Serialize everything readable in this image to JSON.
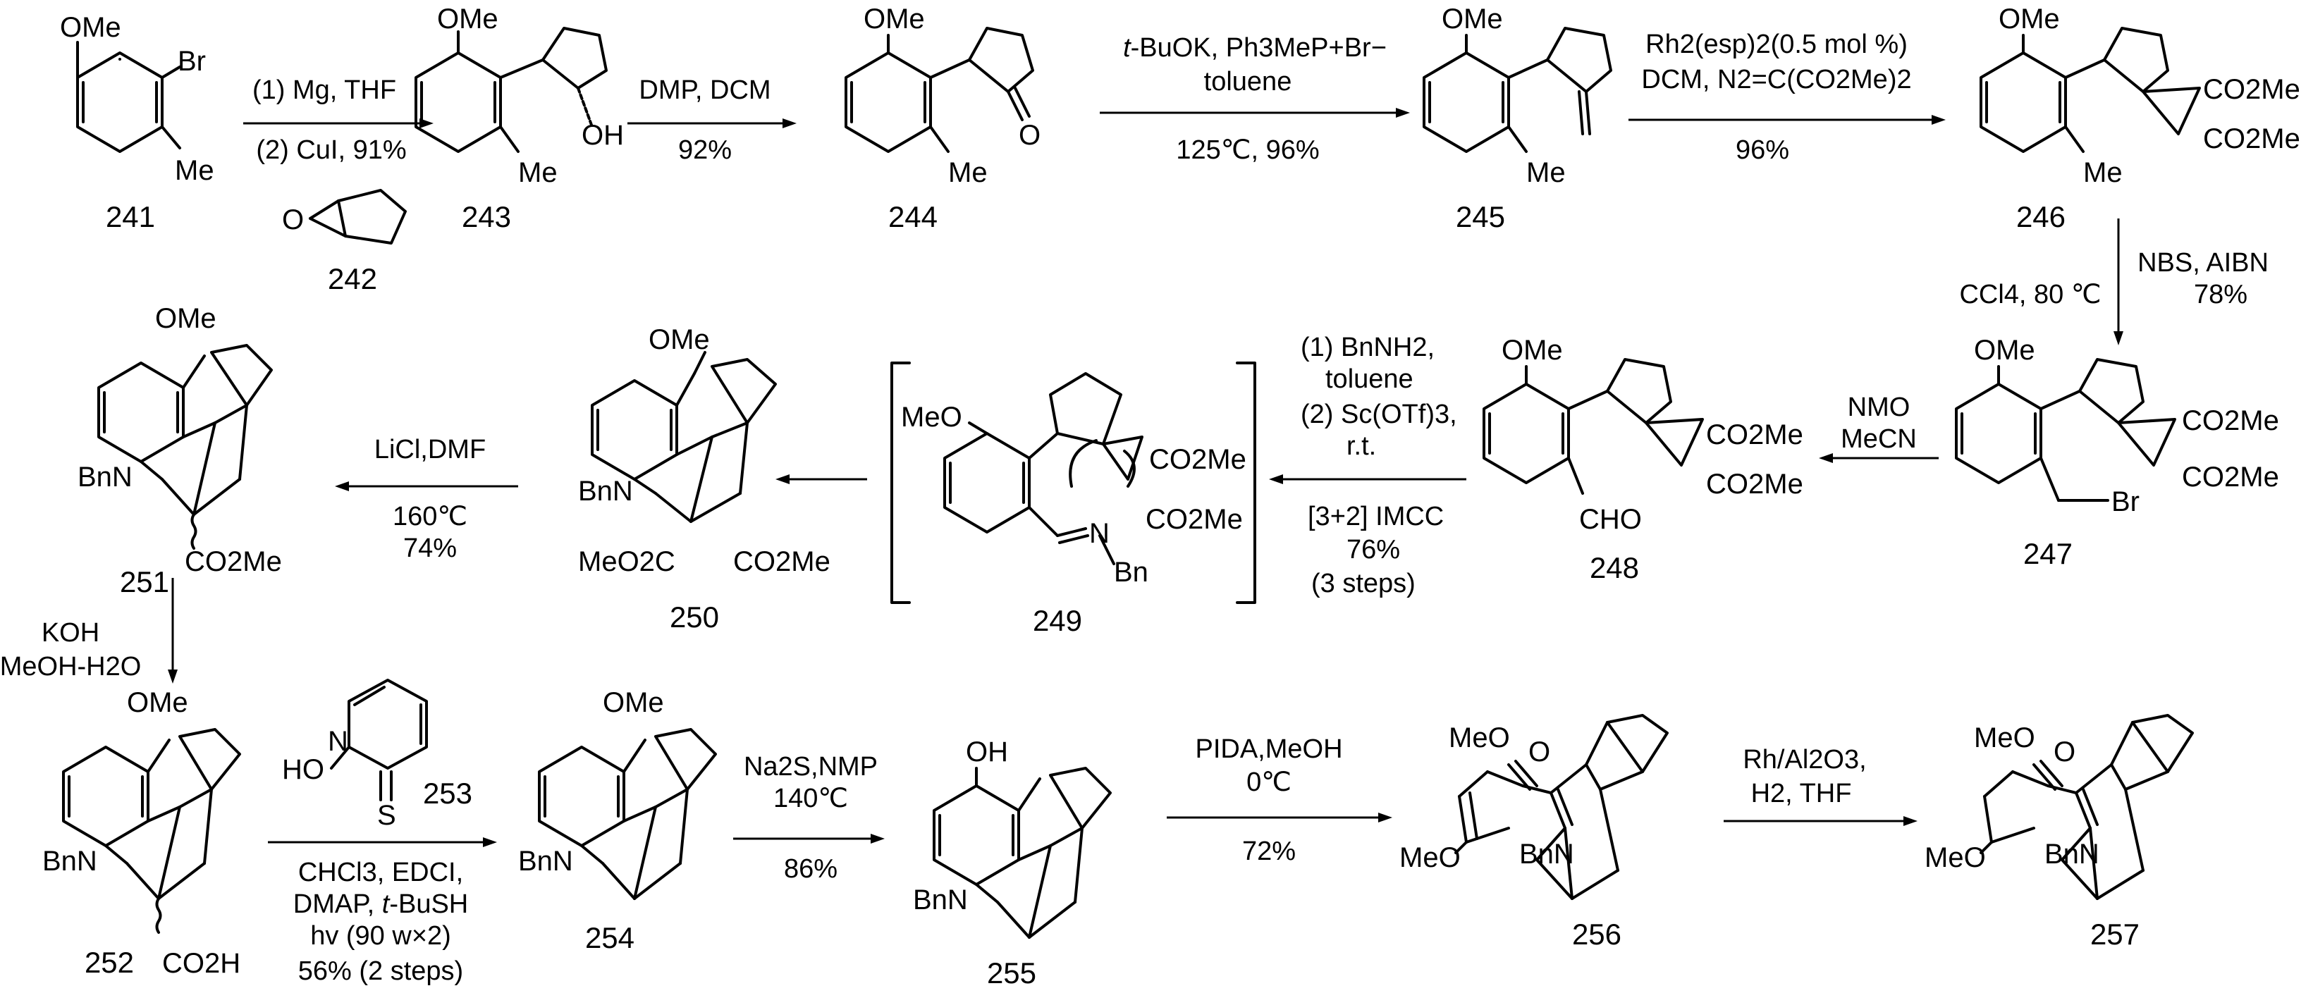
{
  "compounds": {
    "c241": "241",
    "c242": "242",
    "c243": "243",
    "c244": "244",
    "c245": "245",
    "c246": "246",
    "c247": "247",
    "c248": "248",
    "c249": "249",
    "c250": "250",
    "c251": "251",
    "c252": "252",
    "c253": "253",
    "c254": "254",
    "c255": "255",
    "c256": "256",
    "c257": "257"
  },
  "atoms": {
    "ome": "OMe",
    "br": "Br",
    "me": "Me",
    "oh": "OH",
    "o": "O",
    "co2me": "CO2Me",
    "meo": "MeO",
    "cho": "CHO",
    "bnn": "BnN",
    "n": "N",
    "bn": "Bn",
    "co2h": "CO2H",
    "ho_n": "HO",
    "n_atom": "N",
    "s": "S",
    "meo2c": "MeO2C"
  },
  "conditions": {
    "s1_line1": "(1) Mg, THF",
    "s1_line2": "(2) CuI, 91%",
    "s2_line1": "DMP, DCM",
    "s2_line2": "92%",
    "s3_line1a": "t",
    "s3_line1b": "-BuOK, Ph3MeP+Br−",
    "s3_line2": "toluene",
    "s3_line3": "125℃, 96%",
    "s4_line1": "Rh2(esp)2(0.5 mol %)",
    "s4_line2": "DCM, N2=C(CO2Me)2",
    "s4_line3": "96%",
    "s5_line1": "NBS, AIBN",
    "s5_line2": "78%",
    "s5_left": "CCl4, 80 ℃",
    "s6_line1": "NMO",
    "s6_line2": "MeCN",
    "s7_line1": "(1) BnNH2,",
    "s7_line2": "toluene",
    "s7_line3": "(2) Sc(OTf)3,",
    "s7_line4": "r.t.",
    "s7_line5": "[3+2] IMCC",
    "s7_line6": "76%",
    "s7_line7": "(3 steps)",
    "s8_line1": "LiCl,DMF",
    "s8_line2": "160℃",
    "s8_line3": "74%",
    "s9_line1": "KOH",
    "s9_line2": "MeOH-H2O",
    "s10_line1": "CHCl3, EDCI,",
    "s10_line2a": "DMAP, ",
    "s10_line2b": "t",
    "s10_line2c": "-BuSH",
    "s10_line3": "hv (90 w×2)",
    "s10_line4": "56% (2 steps)",
    "s11_line1": "Na2S,NMP",
    "s11_line2": "140℃",
    "s11_line3": "86%",
    "s12_line1": "PIDA,MeOH",
    "s12_line2": "0℃",
    "s12_line3": "72%",
    "s13_line1": "Rh/Al2O3,",
    "s13_line2": "H2, THF"
  }
}
